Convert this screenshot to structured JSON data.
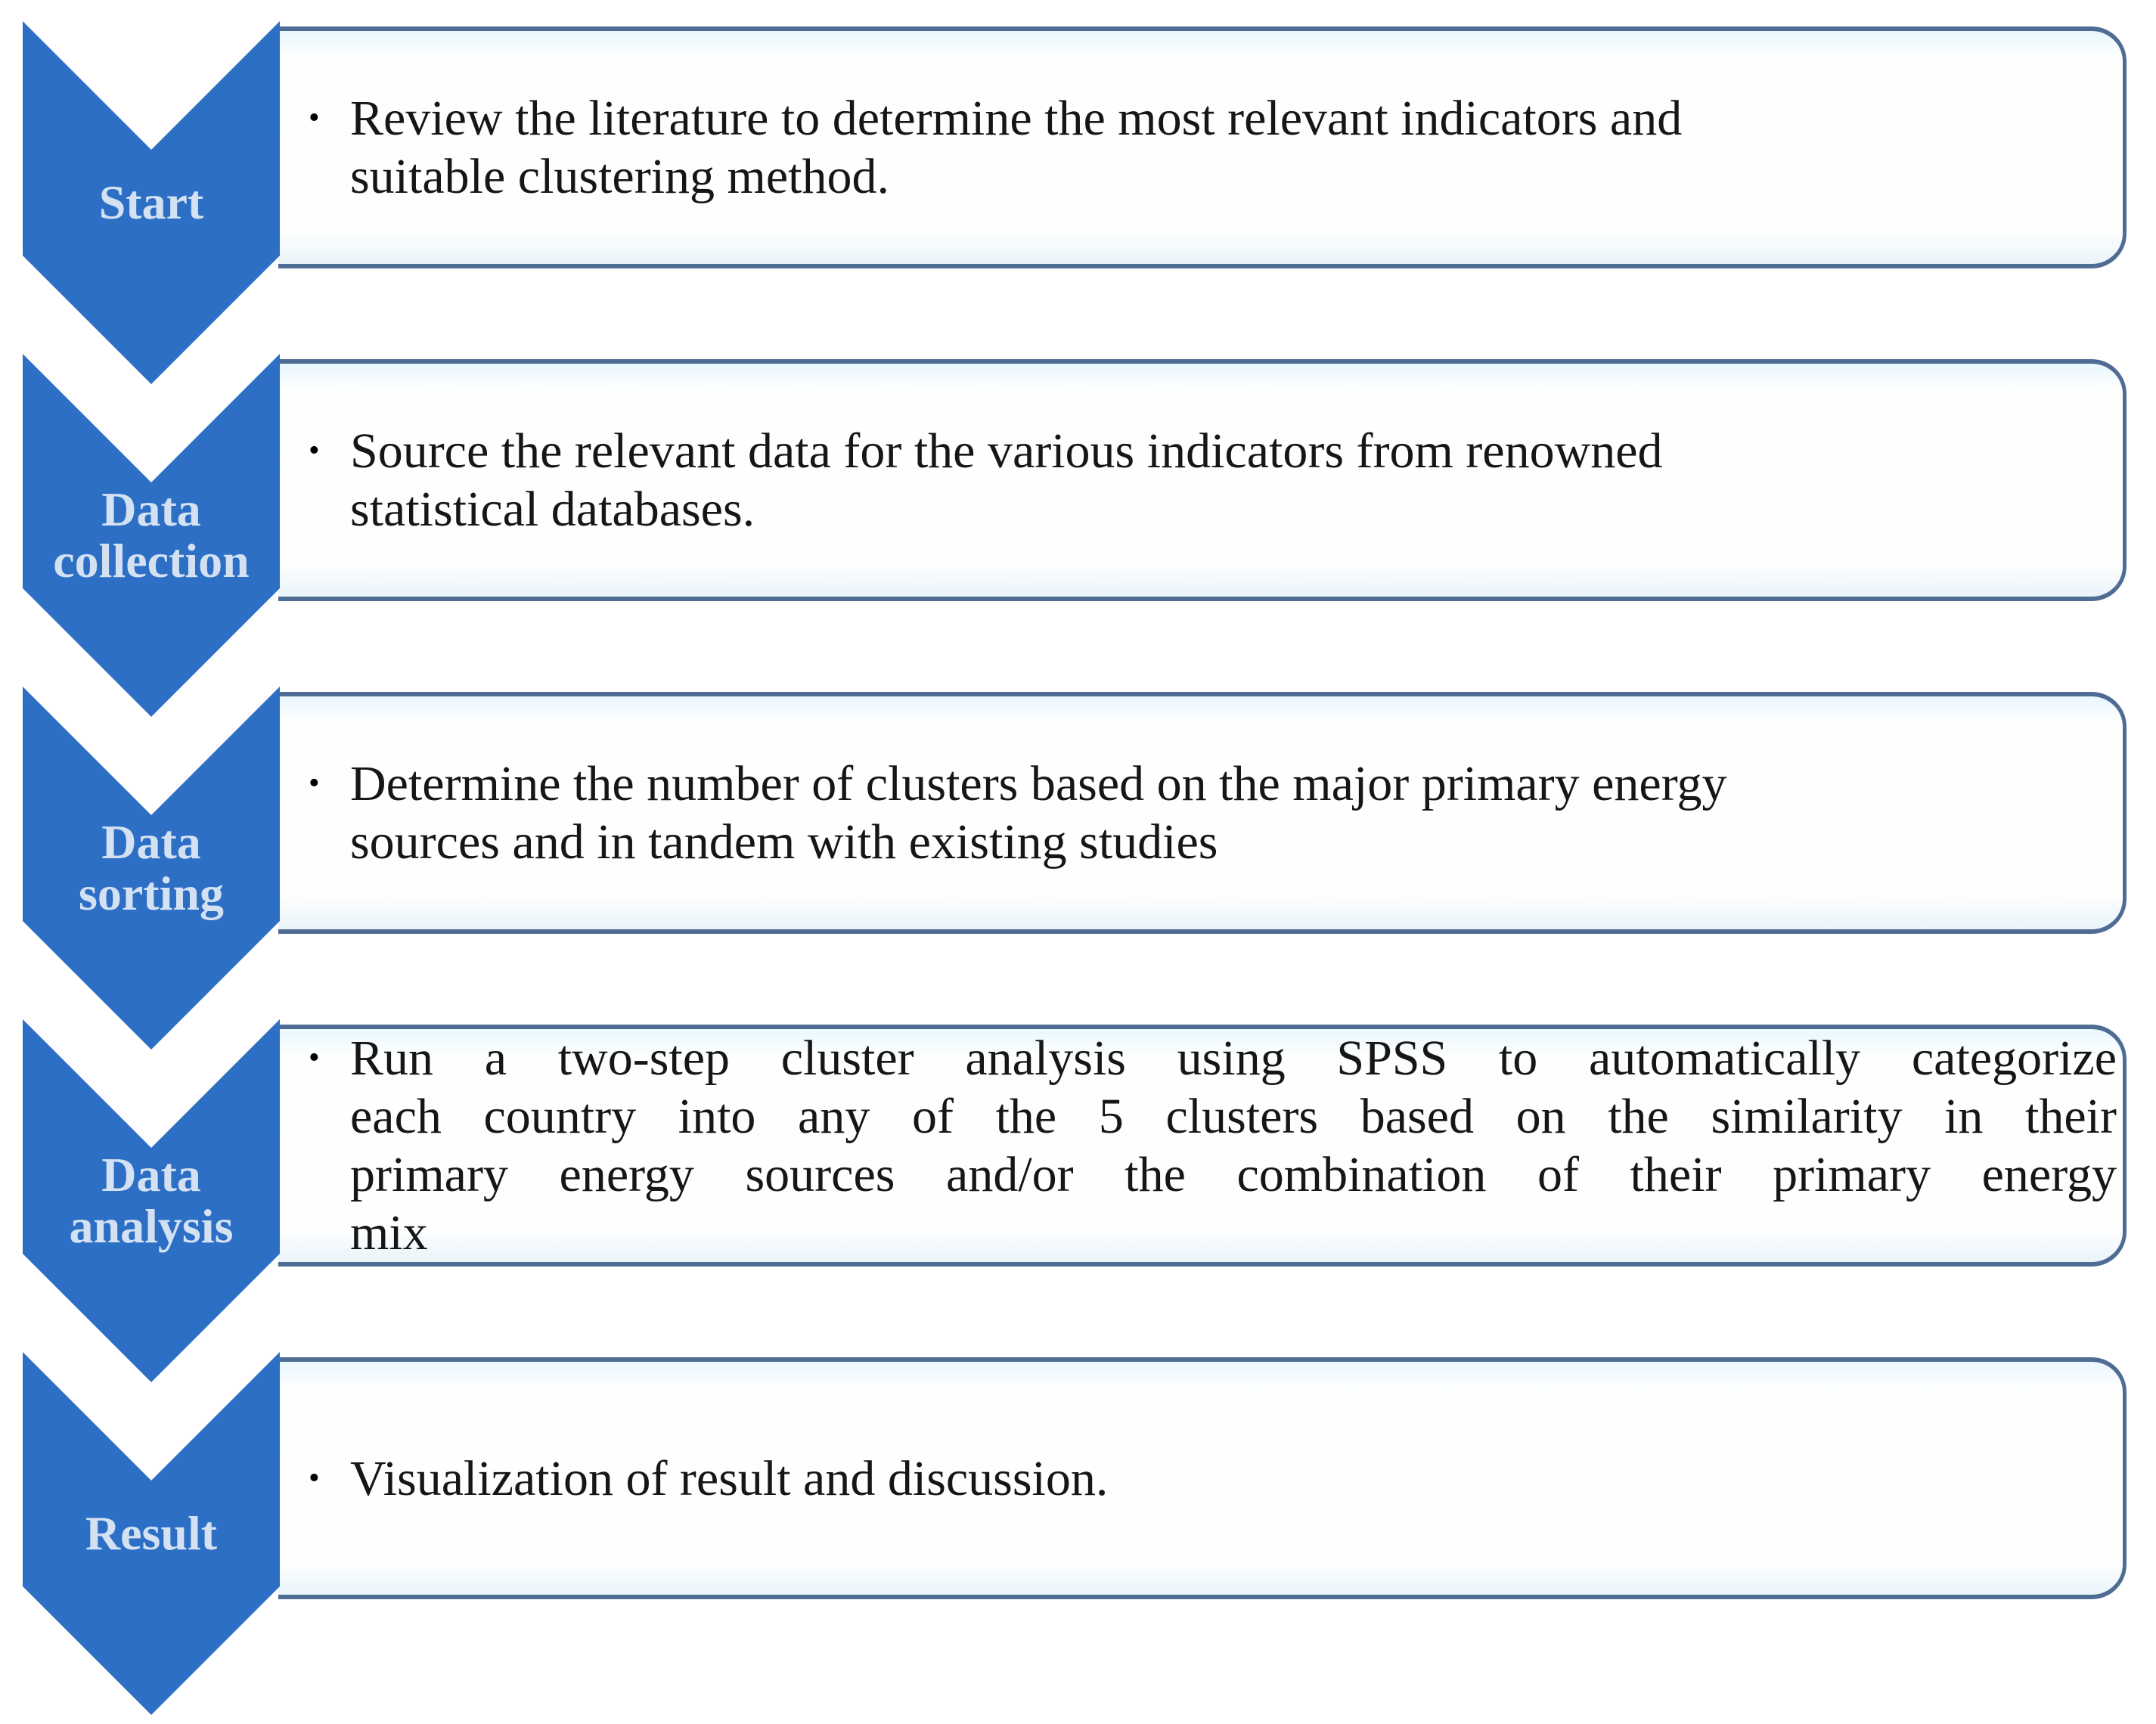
{
  "diagram": {
    "bullet": "•",
    "colors": {
      "chevron_fill": "#2c6fc5",
      "label_text": "#d3e1f2",
      "box_border": "#4f6d94",
      "body_text": "#161616",
      "background": "#ffffff"
    },
    "steps": [
      {
        "label": "Start",
        "label_lines": [
          "Start"
        ],
        "justified": false,
        "lines": [
          "Review the literature to determine the most relevant indicators and",
          "suitable clustering method."
        ]
      },
      {
        "label": "Data collection",
        "label_lines": [
          "Data",
          "collection"
        ],
        "justified": false,
        "lines": [
          "Source the relevant data for the various indicators from renowned",
          "statistical databases."
        ]
      },
      {
        "label": "Data sorting",
        "label_lines": [
          "Data",
          "sorting"
        ],
        "justified": false,
        "lines": [
          "Determine the number of clusters based on the major primary energy",
          "sources and in tandem with existing studies"
        ]
      },
      {
        "label": "Data analysis",
        "label_lines": [
          "Data",
          "analysis"
        ],
        "justified": true,
        "lines": [
          "Run a two-step cluster analysis using SPSS to automatically categorize",
          "each country into any of the 5 clusters based on the similarity in their",
          "primary energy sources and/or the combination of their primary energy",
          "mix"
        ]
      },
      {
        "label": "Result",
        "label_lines": [
          "Result"
        ],
        "justified": false,
        "lines": [
          "Visualization of result and discussion."
        ]
      }
    ]
  }
}
